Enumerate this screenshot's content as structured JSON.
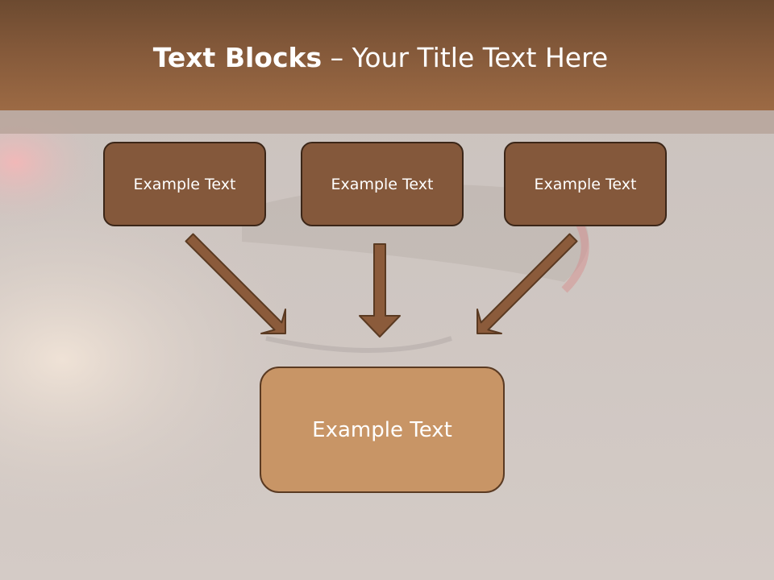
{
  "title": {
    "bold": "Text Blocks",
    "rest": " – Your Title Text Here"
  },
  "boxes": {
    "top": [
      "Example Text",
      "Example Text",
      "Example Text"
    ],
    "bottom": "Example Text"
  },
  "colors": {
    "header": "#84593a",
    "box_fill": "#84583b",
    "box_border": "#3b2618",
    "bottom_box_fill": "#c89566",
    "arrow": "#8b5b3b"
  }
}
